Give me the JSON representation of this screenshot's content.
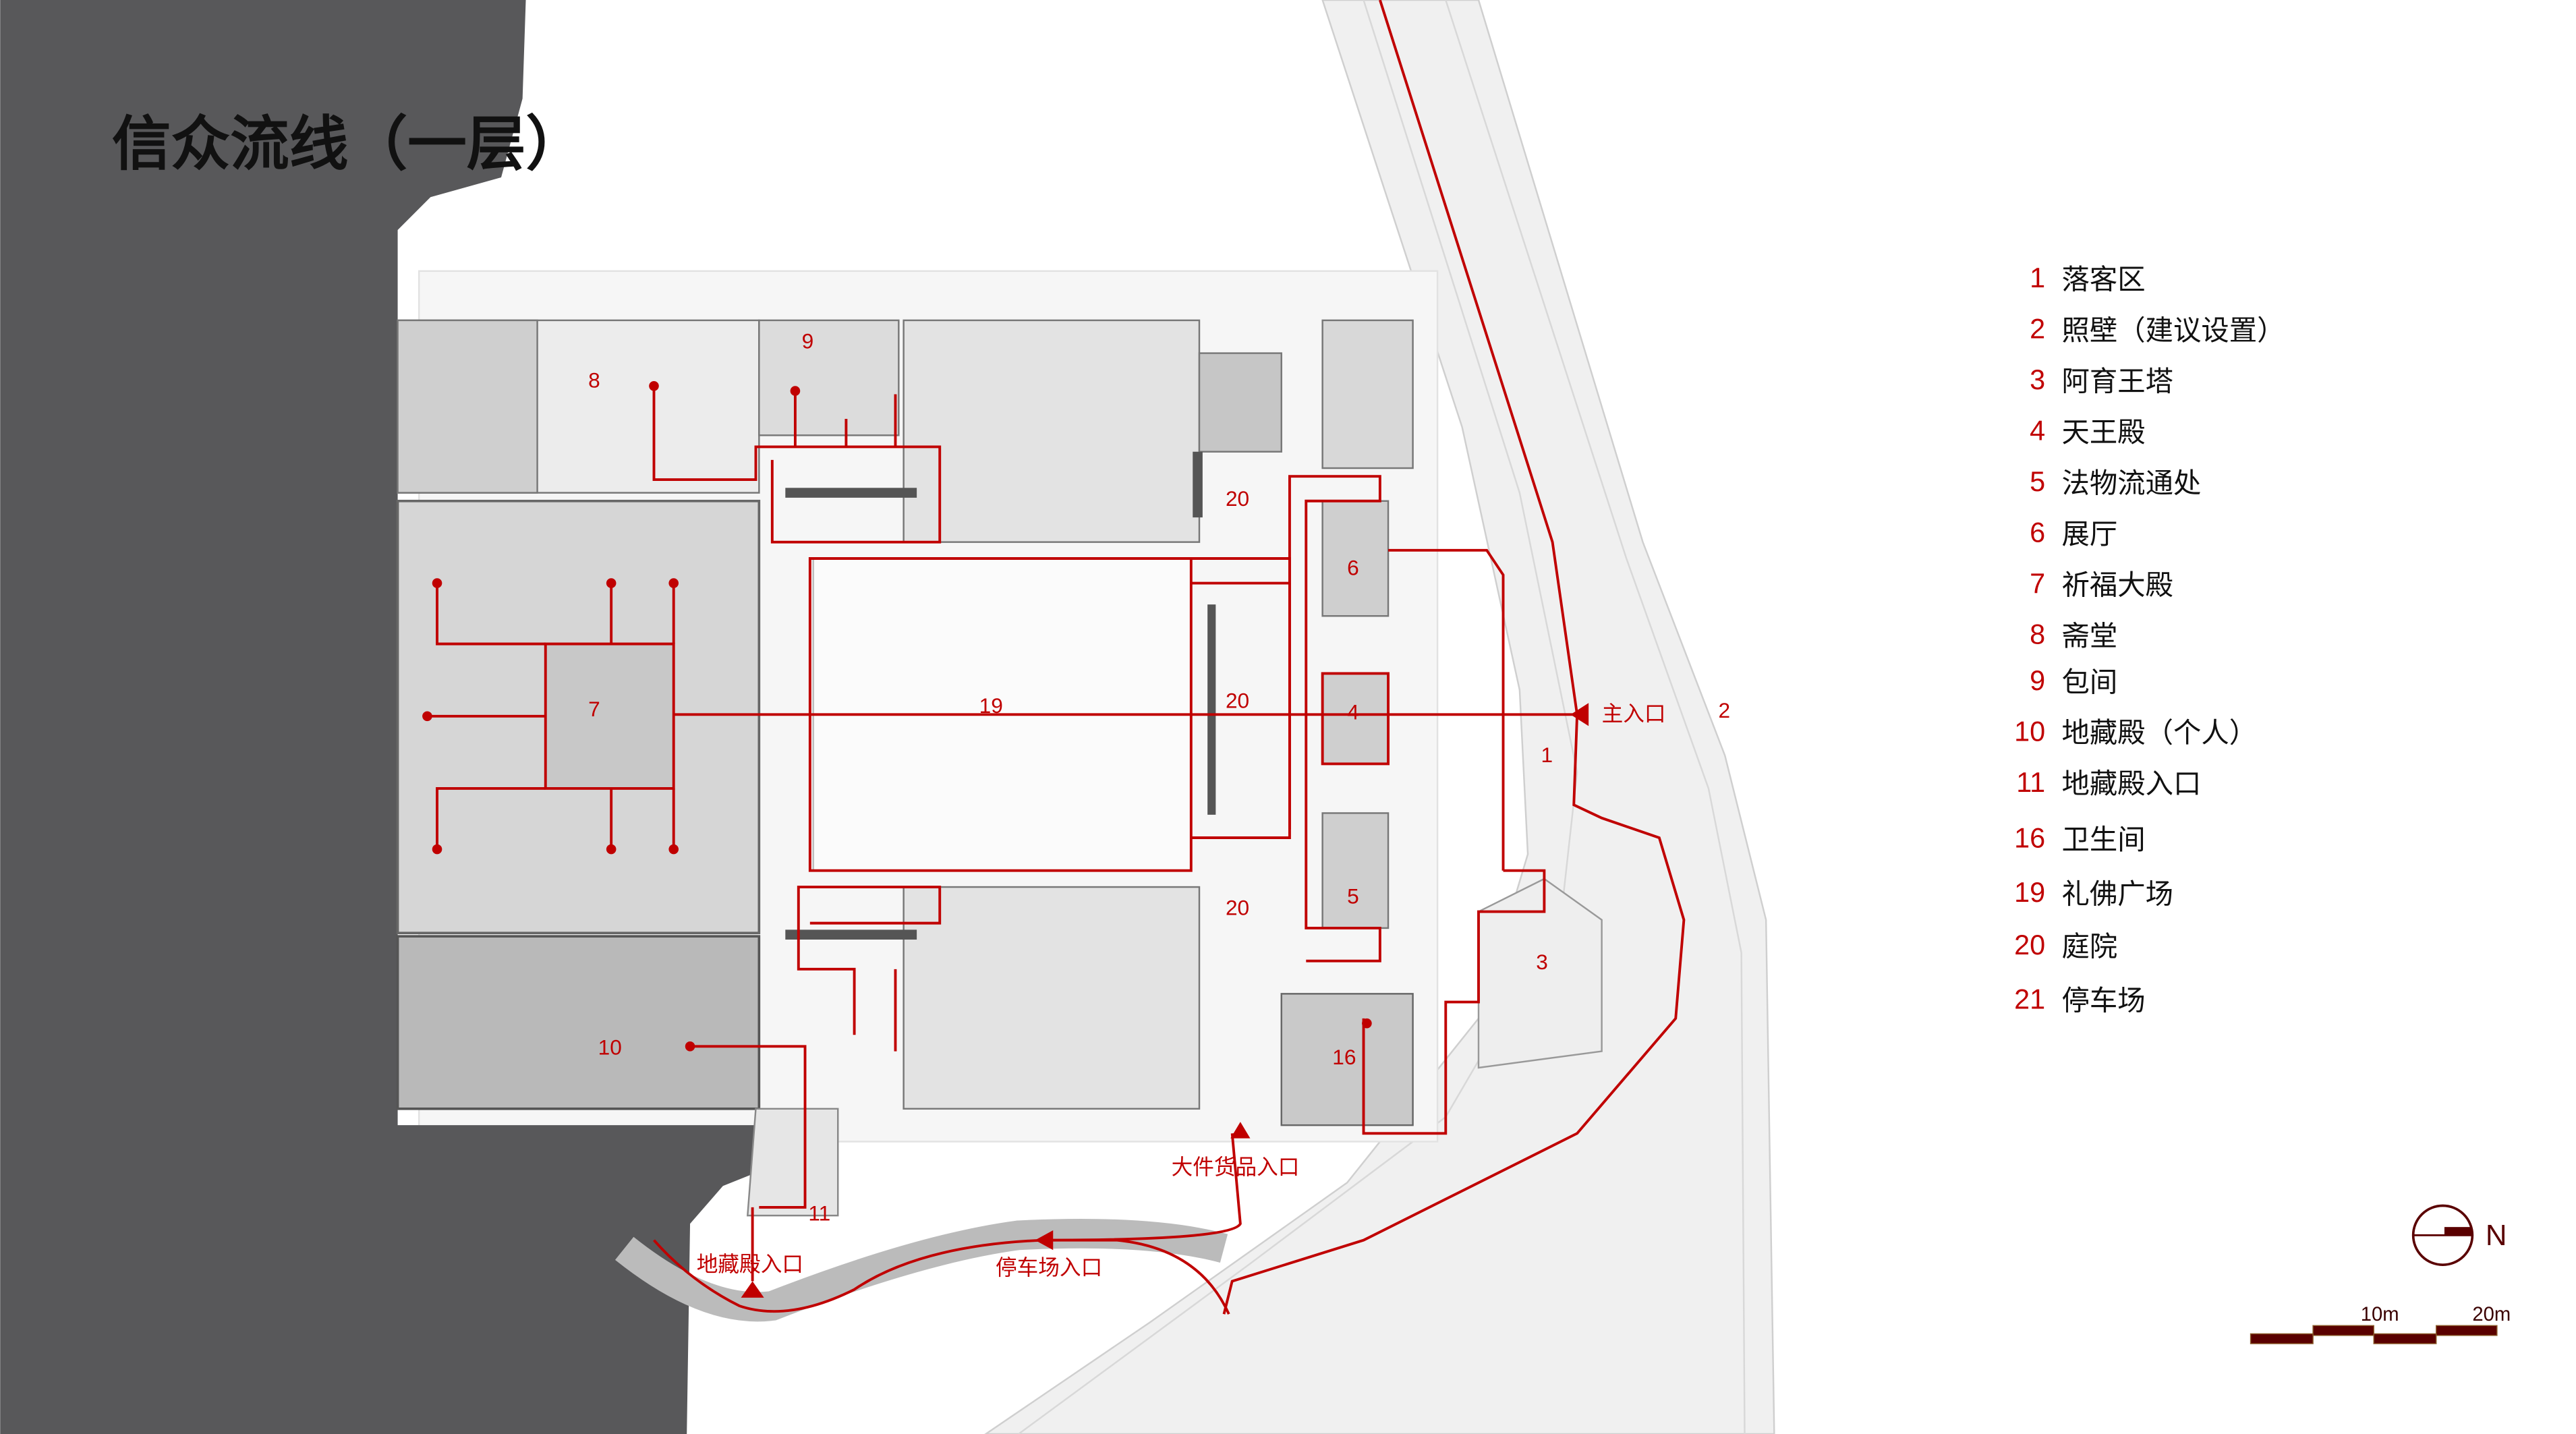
{
  "title": "信众流线（一层）",
  "colors": {
    "route": "#c00000",
    "dark_mass": "#58585a",
    "scale": "#5a0000"
  },
  "plan_labels": {
    "l1": "1",
    "l2": "2",
    "l3": "3",
    "l4": "4",
    "l5": "5",
    "l6": "6",
    "l7": "7",
    "l8": "8",
    "l9": "9",
    "l10": "10",
    "l11": "11",
    "l16": "16",
    "l19": "19",
    "l20a": "20",
    "l20b": "20",
    "l20c": "20"
  },
  "entrances": {
    "main": "主入口",
    "cargo": "大件货品入口",
    "parking": "停车场入口",
    "dizang": "地藏殿入口"
  },
  "legend": [
    {
      "num": "1",
      "label": "落客区"
    },
    {
      "num": "2",
      "label": "照壁（建议设置）"
    },
    {
      "num": "3",
      "label": "阿育王塔"
    },
    {
      "num": "4",
      "label": "天王殿"
    },
    {
      "num": "5",
      "label": "法物流通处"
    },
    {
      "num": "6",
      "label": "展厅"
    },
    {
      "num": "7",
      "label": "祈福大殿"
    },
    {
      "num": "8",
      "label": "斋堂"
    },
    {
      "num": "9",
      "label": "包间"
    },
    {
      "num": "10",
      "label": "地藏殿（个人）"
    },
    {
      "num": "11",
      "label": "地藏殿入口"
    },
    {
      "num": "16",
      "label": "卫生间"
    },
    {
      "num": "19",
      "label": "礼佛广场"
    },
    {
      "num": "20",
      "label": "庭院"
    },
    {
      "num": "21",
      "label": "停车场"
    }
  ],
  "north": "N",
  "scale_bar": {
    "mid": "10m",
    "end": "20m"
  }
}
